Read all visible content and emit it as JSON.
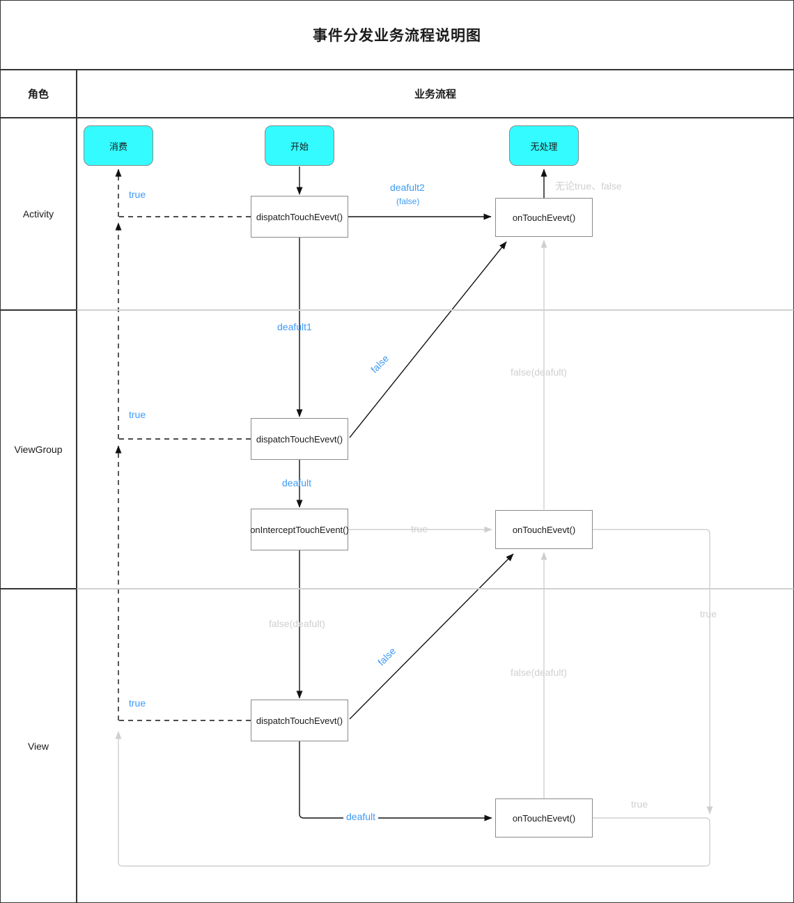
{
  "title": "事件分发业务流程说明图",
  "header": {
    "role_col": "角色",
    "flow_col": "业务流程"
  },
  "colors": {
    "terminal_fill": "#33fbff",
    "blue_label": "#3d9af5",
    "gray_label": "#cfcfcf",
    "node_border": "#8a8a8a",
    "frame_border": "#333333"
  },
  "lanes": [
    {
      "id": "activity",
      "label": "Activity"
    },
    {
      "id": "viewgroup",
      "label": "ViewGroup"
    },
    {
      "id": "view",
      "label": "View"
    }
  ],
  "nodes": {
    "consume": {
      "label": "消费",
      "type": "terminal"
    },
    "start": {
      "label": "开始",
      "type": "terminal"
    },
    "nohandle": {
      "label": "无处理",
      "type": "terminal"
    },
    "activity_dispatch": {
      "label": "dispatchTouchEvevt()",
      "type": "process"
    },
    "activity_ontouch": {
      "label": "onTouchEvevt()",
      "type": "process"
    },
    "viewgroup_dispatch": {
      "label": "dispatchTouchEvevt()",
      "type": "process"
    },
    "viewgroup_intercept": {
      "label": "onInterceptTouchEvent()",
      "type": "process"
    },
    "viewgroup_ontouch": {
      "label": "onTouchEvevt()",
      "type": "process"
    },
    "view_dispatch": {
      "label": "dispatchTouchEvevt()",
      "type": "process"
    },
    "view_ontouch": {
      "label": "onTouchEvevt()",
      "type": "process"
    }
  },
  "edge_labels": {
    "activity_true": "true",
    "deafult2": "deafult2",
    "deafult2_sub": "(false)",
    "nohandle_any": "无论true、false",
    "deafult1": "deafult1",
    "viewgroup_false": "false",
    "activity_ontouch_false": "false(deafult)",
    "viewgroup_true": "true",
    "deafult_intercept": "deafult",
    "intercept_true": "true",
    "view_false_deafult": "false(deafult)",
    "view_false": "false",
    "viewgroup_ontouch_false": "false(deafult)",
    "view_true": "true",
    "deafult_view_ontouch": "deafult",
    "right_true_upper": "true",
    "right_true_lower": "true"
  }
}
